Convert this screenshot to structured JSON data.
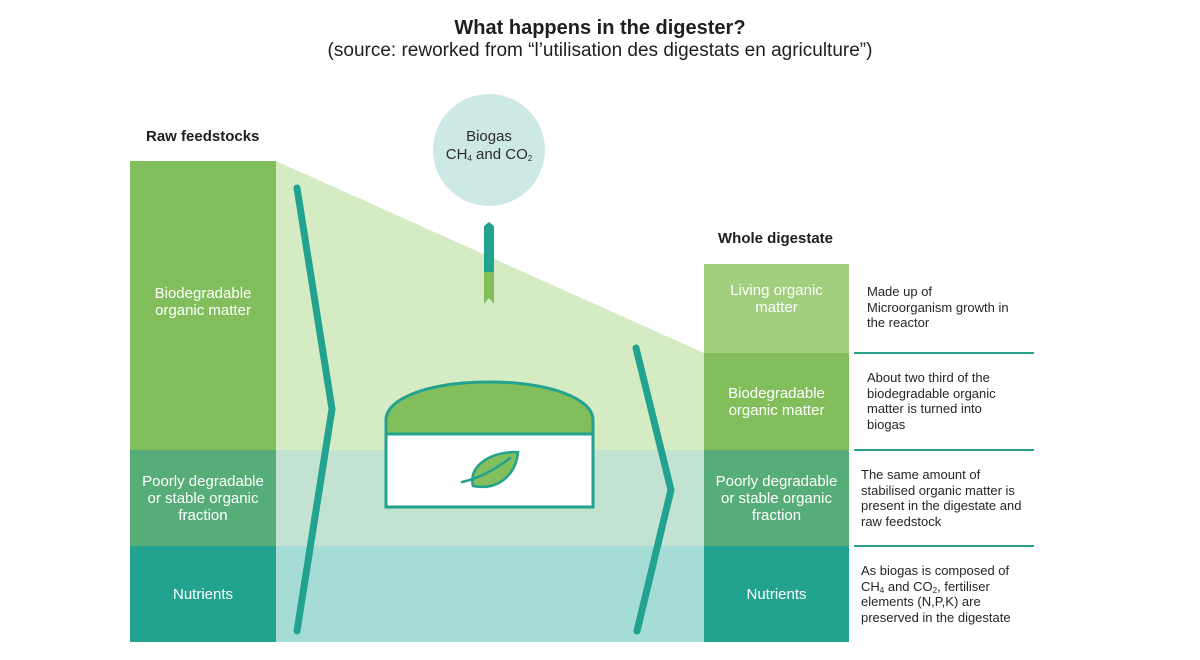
{
  "header": {
    "title": "What happens in the digester?",
    "subtitle": "(source: reworked from “l’utilisation des digestats en agriculture”)"
  },
  "raw_feedstocks": {
    "heading": "Raw feedstocks",
    "blocks": [
      {
        "label": "Biodegradable organic matter",
        "color": "#82bf5c"
      },
      {
        "label": "Poorly degradable or stable organic fraction",
        "color": "#57ad78"
      },
      {
        "label": "Nutrients",
        "color": "#22a38f"
      }
    ]
  },
  "biogas": {
    "line1": "Biogas",
    "ch": "CH",
    "sub4": "4",
    "and": " and CO",
    "sub2": "2",
    "color": "#cde9e6"
  },
  "whole_digestate": {
    "heading": "Whole digestate",
    "blocks": [
      {
        "label": "Living organic matter",
        "color": "#a2cf7e"
      },
      {
        "label": "Biodegradable organic matter",
        "color": "#82bf5c"
      },
      {
        "label": "Poorly degradable or stable organic fraction",
        "color": "#57ad78"
      },
      {
        "label": "Nutrients",
        "color": "#22a38f"
      }
    ]
  },
  "notes": {
    "living": "Made up of Microorganism growth in the reactor",
    "biodegradable": "About two third of the biodegradable organic matter is turned into biogas",
    "stable": "The same amount of stabilised organic matter is present in the digestate and raw feedstock",
    "nutrients": {
      "part1": "As biogas is composed of ",
      "ch": "CH",
      "sub4": "4",
      "and": " and CO",
      "sub2": "2",
      "part2": ", fertiliser elements (N,P,K) are preserved in the digestate"
    }
  },
  "colors": {
    "band_light_green": "#d5ebc4",
    "band_mint": "#c3e3d2",
    "band_aqua": "#a5ddd6",
    "accent_teal": "#22a38f",
    "digester_dome": "#82bf5c"
  }
}
